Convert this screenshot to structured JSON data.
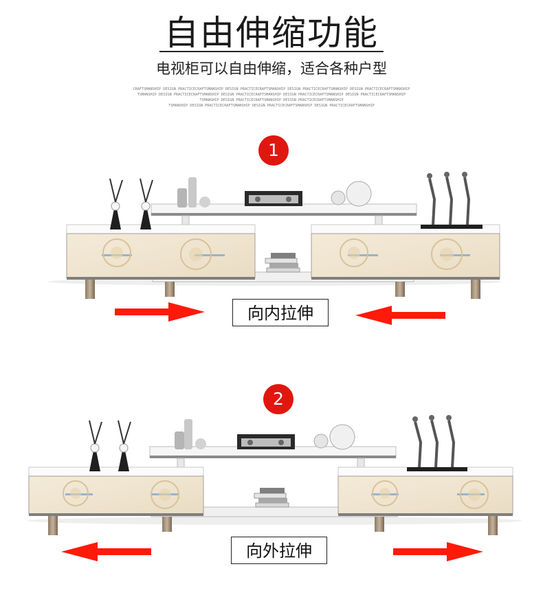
{
  "header": {
    "title": "自由伸缩功能",
    "subtitle": "电视柜可以自由伸缩，适合各种户型",
    "fine_lines": [
      "CRAFTSMANSHIP DESIGN PRACTICECRAFTSMANSHIP DESIGN PRACTICECRAFTSMANSHIP DESIGN PRACTICECRAFTSMANSHIP DESIGN PRACTICECRAFTSMANSHIP",
      "TSMANSHIP DESIGN PRACTICECRAFTSMANSHIP DESIGN PRACTICECRAFTSMANSHIP DESIGN PRACTICECRAFTSMANSHIP DESIGN PRACTICECRAFTSMANSHIP",
      "TSMANSHIP DESIGN PRACTICECRAFTSMANSHIP DESIGN PRACTICECRAFTSMANSHIP",
      "TSMANSHIP DESIGN PRACTICECRAFTSMANSHIP DESIGN PRACTICECRAFTSMANSHIP DESIGN PRACTICECRAFTSMANSHIP"
    ]
  },
  "step1": {
    "number": "1",
    "label": "向内拉伸"
  },
  "step2": {
    "number": "2",
    "label": "向外拉伸"
  },
  "colors": {
    "accent_red": "#e0170f",
    "arrow_red": "#ff1a0a"
  }
}
